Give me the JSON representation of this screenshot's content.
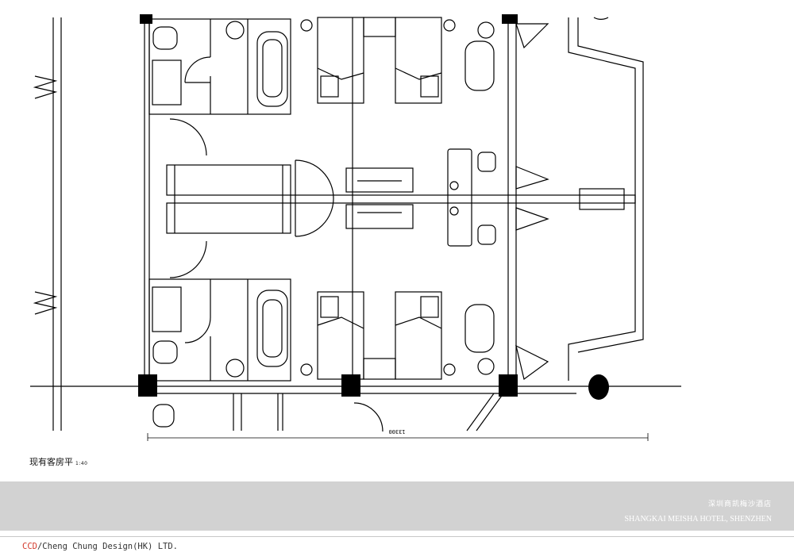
{
  "caption": {
    "title": "现有客房平",
    "scale": "1:40"
  },
  "dimension": {
    "label": "13300"
  },
  "hotel": {
    "name_cn": "深圳商凯梅沙酒店",
    "name_en": "SHANGKAI MEISHA HOTEL, SHENZHEN"
  },
  "company": {
    "brand": "CCD",
    "separator": "/",
    "name": "Cheng Chung Design(HK) LTD."
  },
  "colors": {
    "line": "#000000",
    "band": "#d2d2d2",
    "brand": "#d33a2c"
  }
}
